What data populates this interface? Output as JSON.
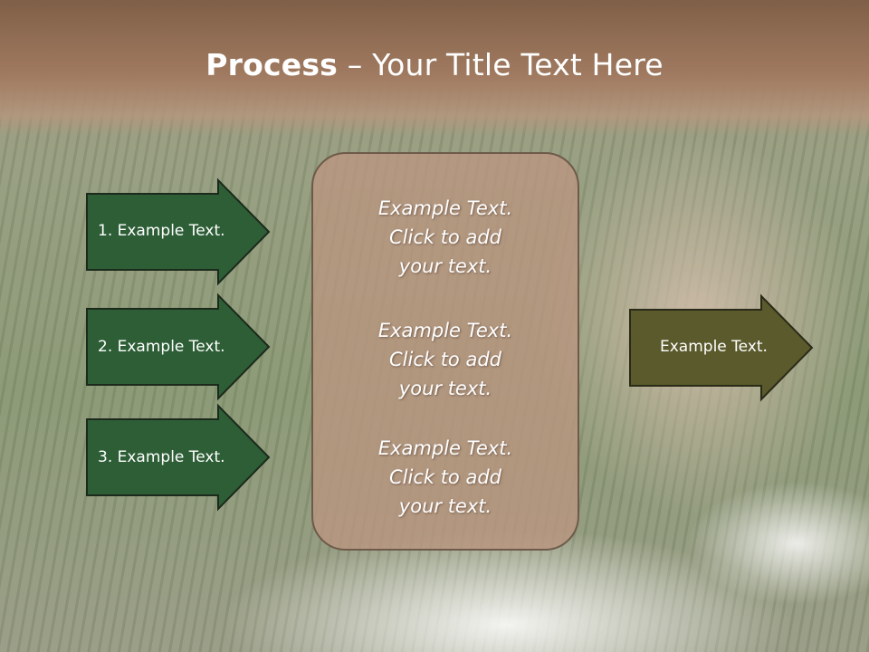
{
  "slide": {
    "title_bold": "Process",
    "title_rest": " – Your Title Text Here"
  },
  "left_arrows": [
    {
      "label": "1. Example Text."
    },
    {
      "label": "2. Example Text."
    },
    {
      "label": "3. Example Text."
    }
  ],
  "center_box": {
    "blocks": [
      {
        "line1": "Example Text.",
        "line2": "Click  to add",
        "line3": "your text."
      },
      {
        "line1": "Example Text.",
        "line2": "Click  to add",
        "line3": "your text."
      },
      {
        "line1": "Example Text.",
        "line2": "Click  to add",
        "line3": "your text."
      }
    ]
  },
  "right_arrow": {
    "label": "Example Text."
  },
  "colors": {
    "left_arrow_fill": "#2d5e36",
    "right_arrow_fill": "#5a5a2c",
    "box_fill": "#ba9680"
  }
}
